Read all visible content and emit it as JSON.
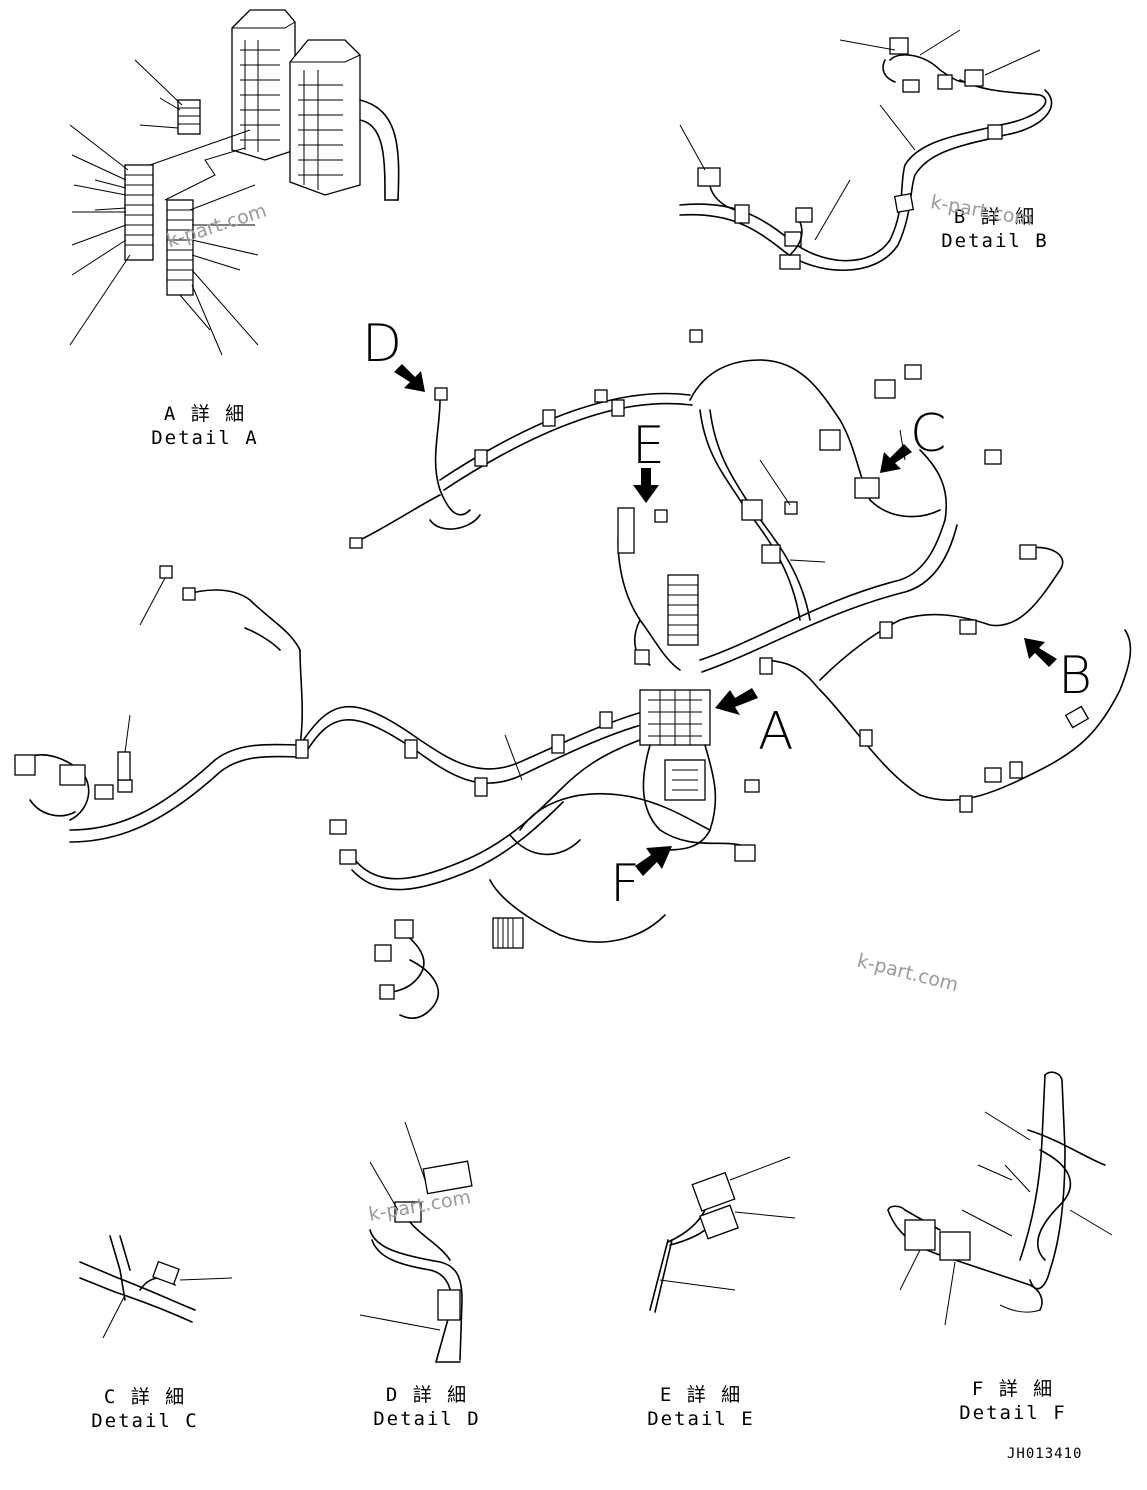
{
  "callouts": {
    "a": "A",
    "b": "B",
    "c": "C",
    "d": "D",
    "e": "E",
    "f": "F"
  },
  "details": {
    "a": {
      "jp": "A 詳 細",
      "en": "Detail A"
    },
    "b": {
      "jp": "B 詳 細",
      "en": "Detail B"
    },
    "c": {
      "jp": "C 詳 細",
      "en": "Detail C"
    },
    "d": {
      "jp": "D 詳 細",
      "en": "Detail D"
    },
    "e": {
      "jp": "E 詳 細",
      "en": "Detail E"
    },
    "f": {
      "jp": "F 詳 細",
      "en": "Detail F"
    }
  },
  "watermark": "k-part.com",
  "drawing_code": "JH013410"
}
